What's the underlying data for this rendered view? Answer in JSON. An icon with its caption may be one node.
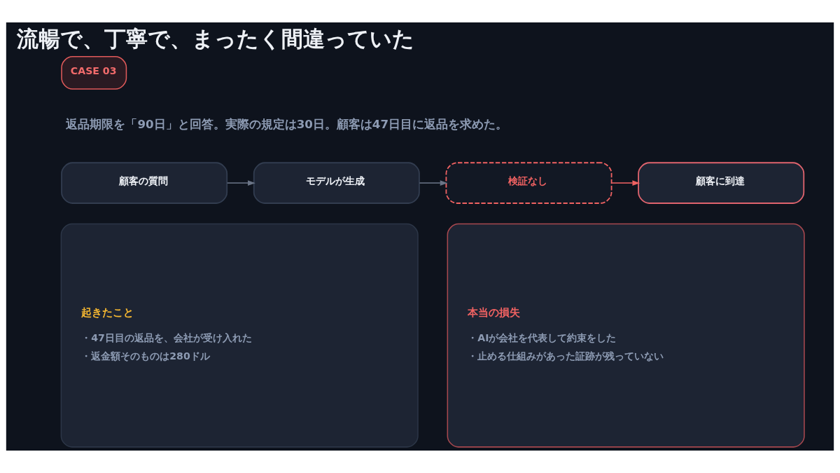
{
  "diagram": {
    "title": "流暢で、丁寧で、まったく間違っていた",
    "nodes": [
      {
        "text": [
          "CASE 03"
        ]
      },
      {
        "text": [
          "顧客の質問"
        ]
      },
      {
        "text": [
          "モデルが生成"
        ]
      },
      {
        "text": [
          "検証なし"
        ]
      },
      {
        "text": [
          "顧客に到達"
        ]
      },
      {
        "text": [
          "起きたこと",
          "・47日目の返品を、会社が受け入れた",
          "・返金額そのものは280ドル"
        ]
      },
      {
        "text": [
          "本当の損失",
          "・AIが会社を代表して約束をした",
          "・止める仕組みがあった証跡が残っていない"
        ]
      }
    ],
    "edges": [
      {
        "from": 1,
        "to": 2,
        "arrow": "to"
      },
      {
        "from": 2,
        "to": 3,
        "arrow": "to"
      },
      {
        "from": 3,
        "to": 4,
        "arrow": "to",
        "color": "#f06262"
      }
    ],
    "labels": [
      "返品期限を「90日」と回答。実際の規定は30日。顧客は47日目に返品を求めた。"
    ]
  }
}
